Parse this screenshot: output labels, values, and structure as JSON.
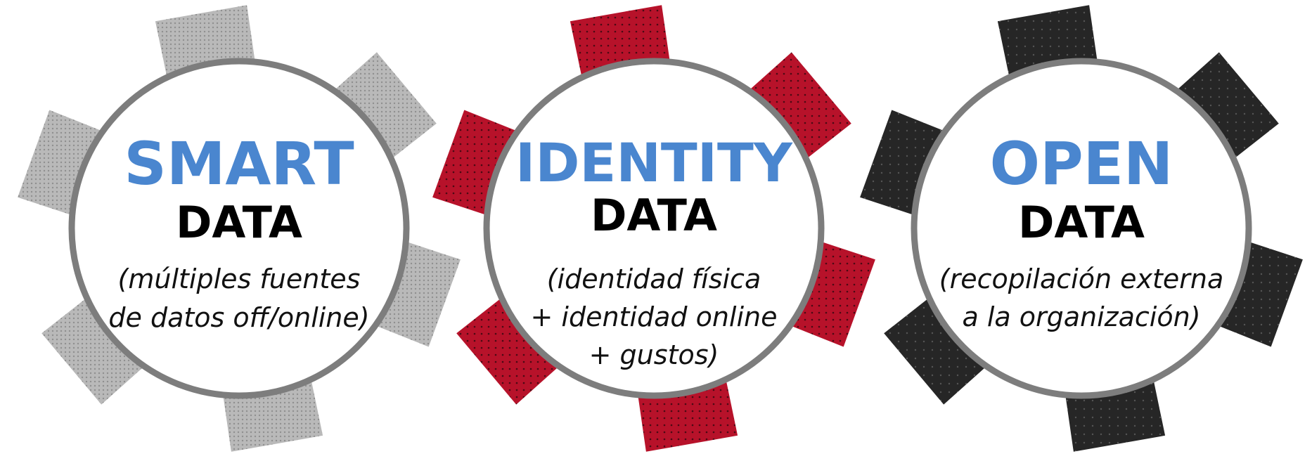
{
  "gears": [
    {
      "id": "smart",
      "title": "SMART",
      "subtitle": "DATA",
      "description": [
        "(múltiples fuentes",
        "de datos off/online)"
      ],
      "tooth_color": "#b9b9b9",
      "tooth_pattern": "light-grey-dots"
    },
    {
      "id": "identity",
      "title": "IDENTITY",
      "subtitle": "DATA",
      "description": [
        "(identidad física",
        "+ identidad online",
        "+ gustos)"
      ],
      "tooth_color": "#b7122a",
      "tooth_pattern": "dark-dots"
    },
    {
      "id": "open",
      "title": "OPEN",
      "subtitle": "DATA",
      "description": [
        "(recopilación externa",
        "a la organización)"
      ],
      "tooth_color": "#262626",
      "tooth_pattern": "grey-dots"
    }
  ],
  "colors": {
    "title": "#4a86cf",
    "subtitle": "#000000",
    "ring": "#7d7d7d",
    "center": "#ffffff"
  }
}
